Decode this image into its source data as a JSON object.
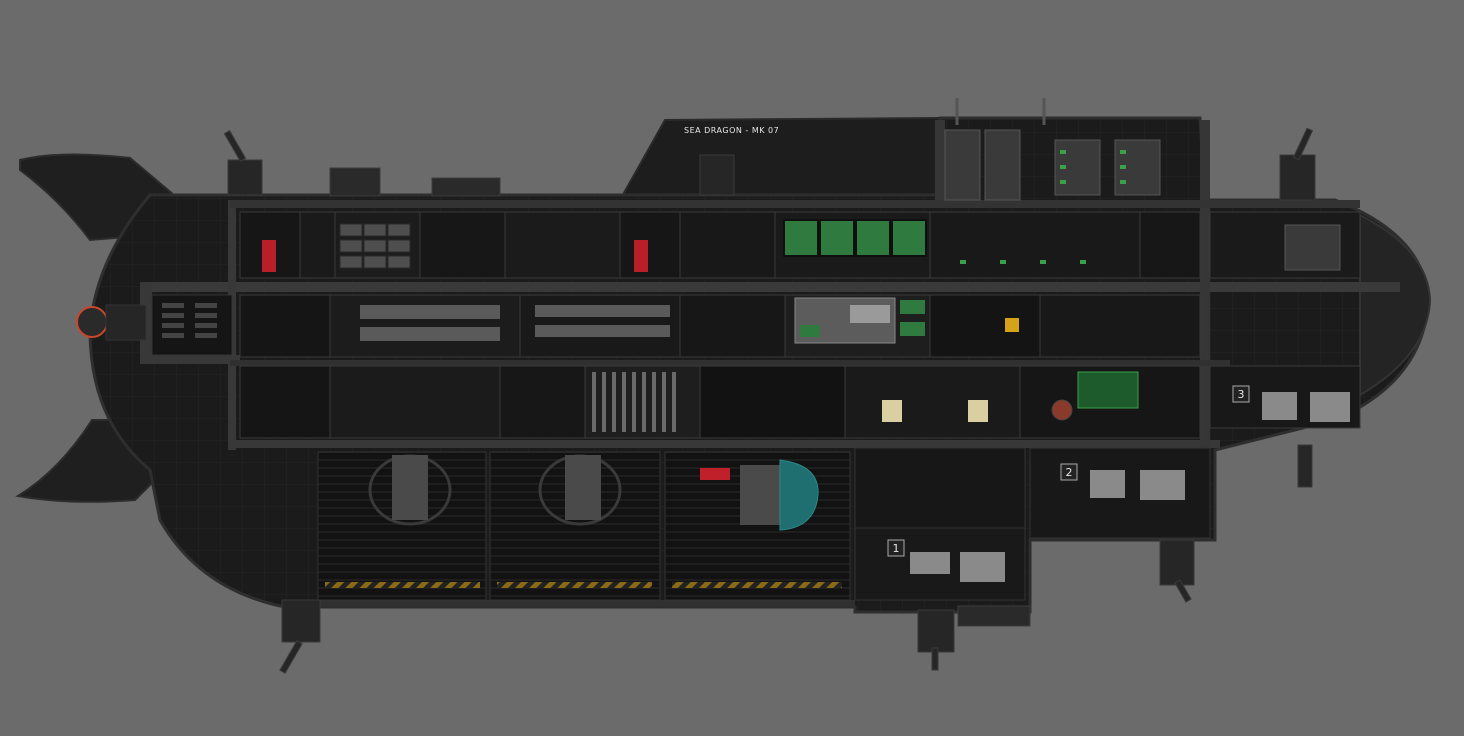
{
  "vessel": {
    "name_plate": "SEA DRAGON - MK 07"
  },
  "bay_markers": [
    "1",
    "2",
    "3"
  ],
  "colors": {
    "background": "#6b6b6b",
    "hull": "#1c1c1c",
    "hull_edge": "#2e2e2e",
    "corridor": "#3c3c3c",
    "room_floor": "#141414",
    "panel": "#4a4a4a",
    "alert_red": "#c0202a",
    "screen_green": "#2f7a3e",
    "hazard_yellow": "#d6a21a",
    "teal": "#1f6e70",
    "airlock_ring": "#c8462c"
  },
  "icons": {
    "stern_airlock": "airlock-ring-icon",
    "turret": "turret-icon",
    "antenna": "antenna-mast-icon"
  }
}
